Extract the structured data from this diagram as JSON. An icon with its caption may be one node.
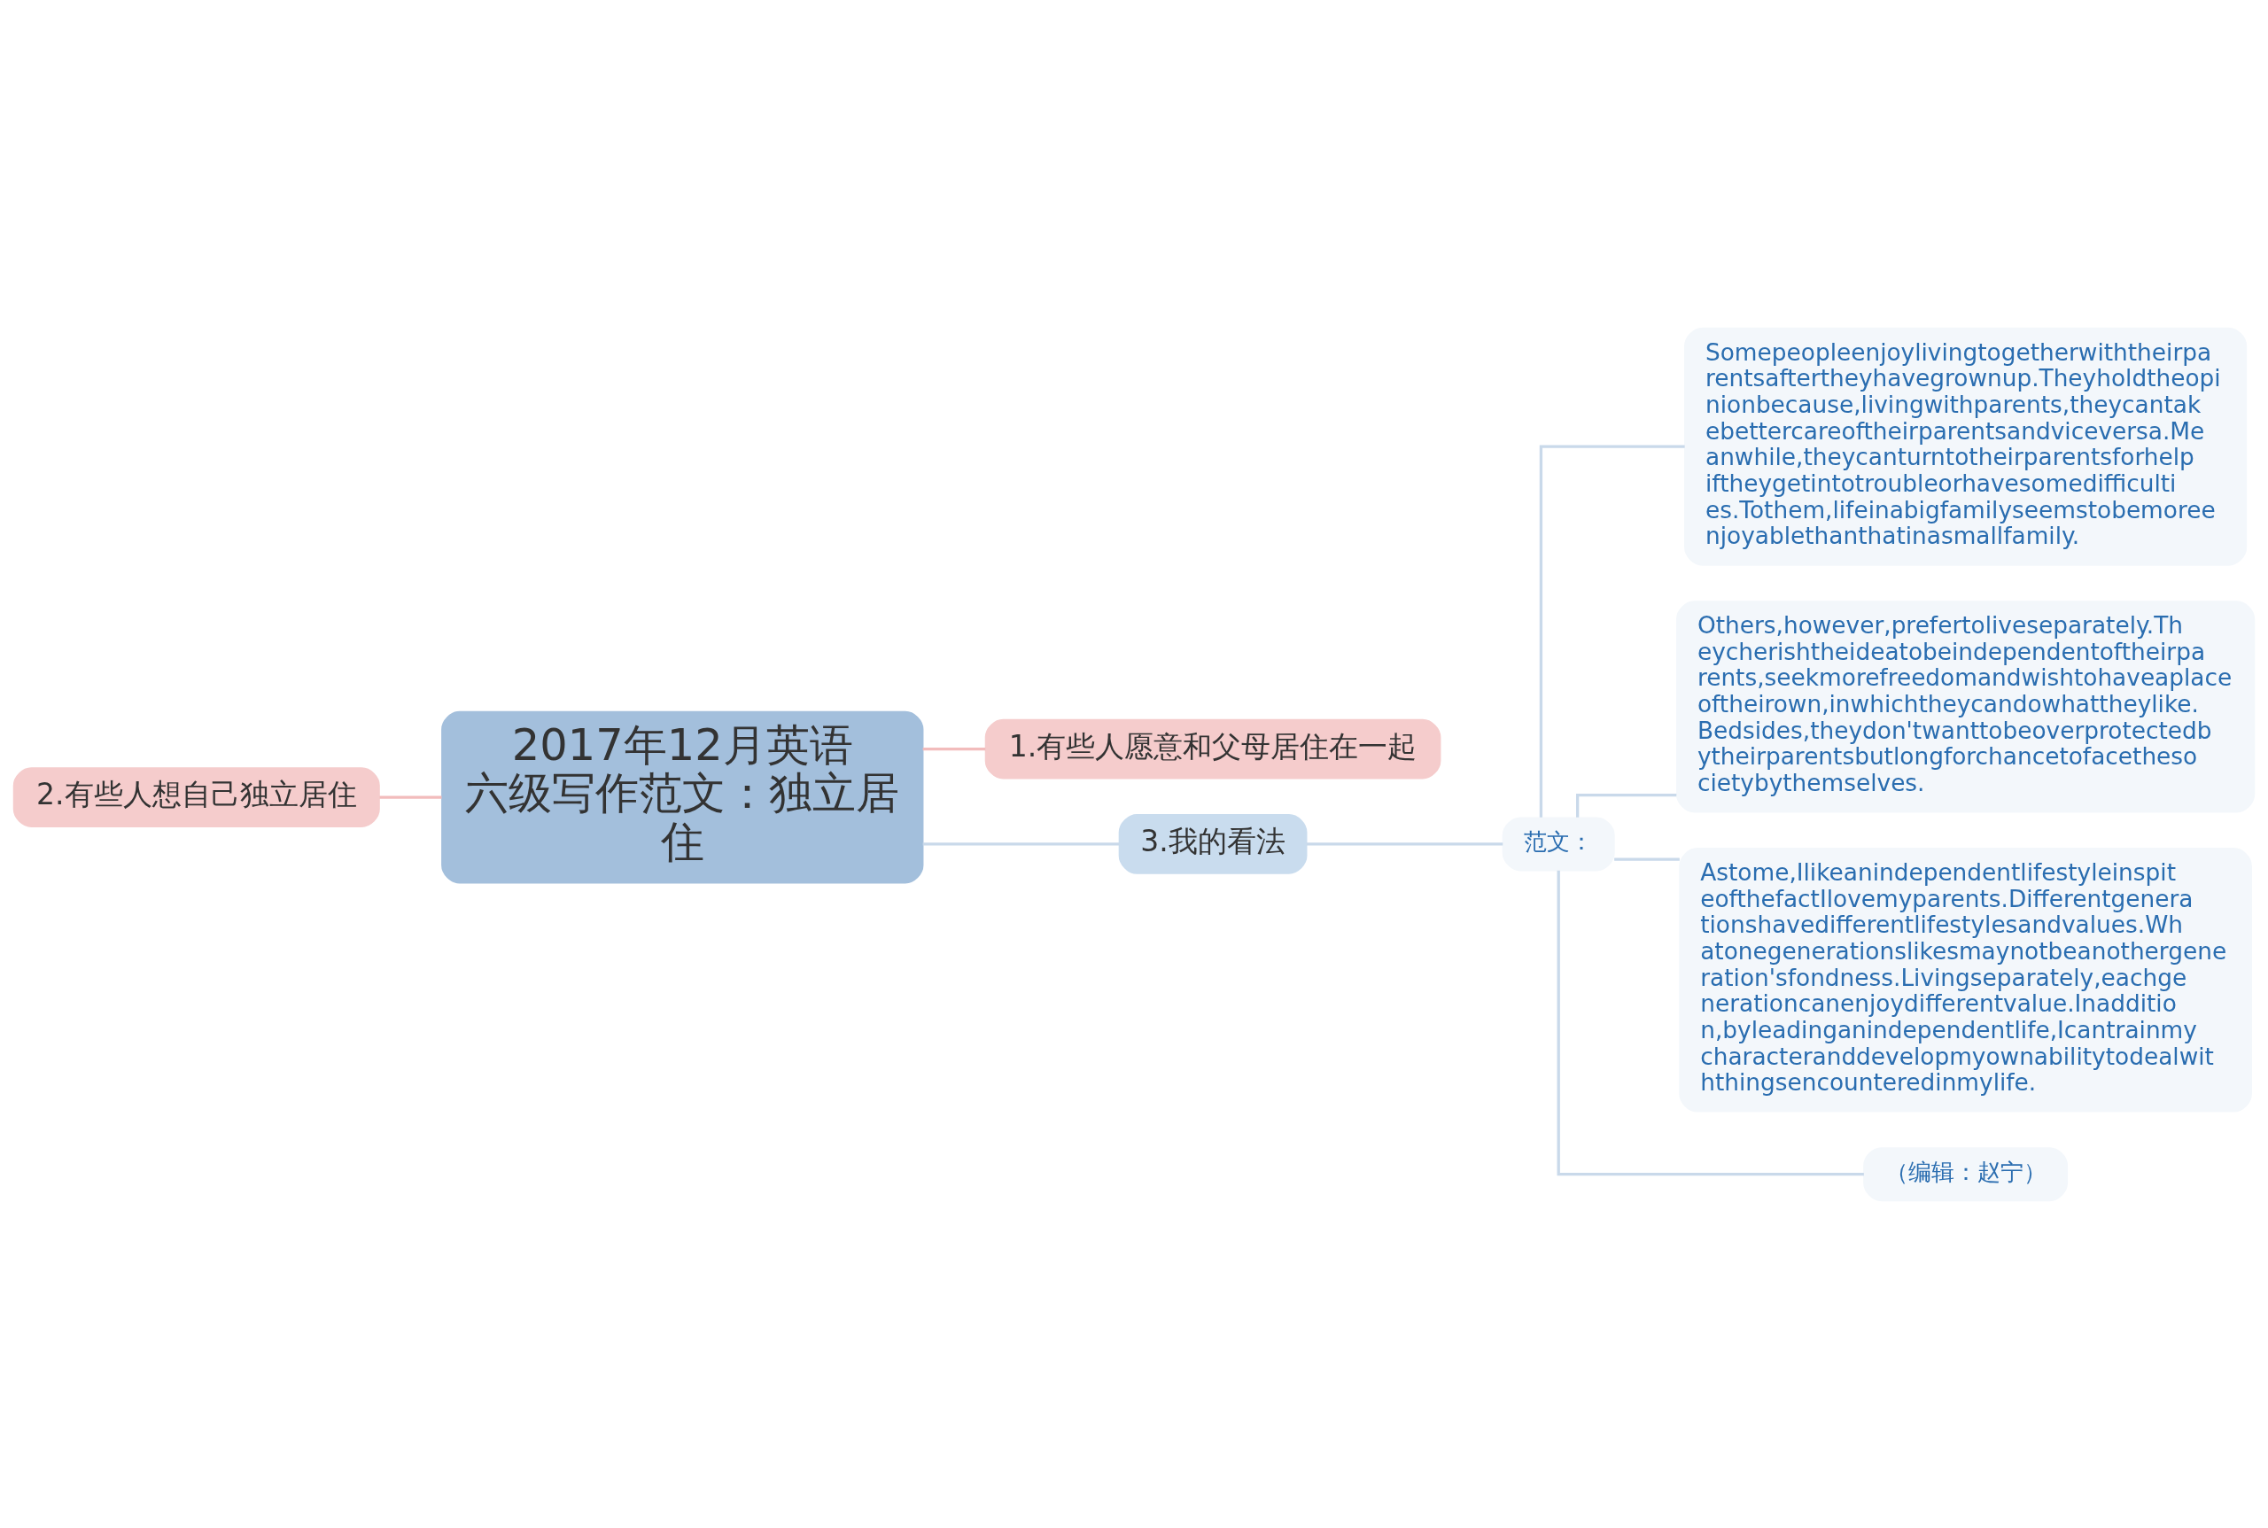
{
  "diagram": {
    "nodes": [
      {
        "text": [
          "2017年12月英语六级写作范文：独立居住"
        ]
      },
      {
        "text": [
          "1.有些人愿意和父母居住在一起"
        ]
      },
      {
        "text": [
          "2.有些人想自己独立居住"
        ]
      },
      {
        "text": [
          "3.我的看法"
        ]
      },
      {
        "text": [
          "范文："
        ]
      },
      {
        "text": [
          "Somepeopleenjoylivingtogetherwiththeirparentsaftertheyhavegrownup.Theyholdtheopinionbecause,livingwithparents,theycantakebettercareoftheirparentsandviceversa.Meanwhile,theycanturntotheirparentsforhelpiftheygetintotroubleorhavesomedifficulties.Tothem,lifeinabigfamilyseemstobemoreenjoyablethanthatinasmallfamily."
        ]
      },
      {
        "text": [
          "Others,however,prefertoliveseparately.Theycherishtheideatobeindependentoftheirparents,seekmorefreedomandwishtohaveaplaceoftheirown,inwhichtheycandowhattheylike.Bedsides,theydon'twanttobeoverprotectedbytheirparentsbutlongforchancetofacethesocietybythemselves."
        ]
      },
      {
        "text": [
          "Astome,IlikeanindependentlifestyleinspiteofthefactIlovemyparents.Differentgenerationshavedifferentlifestylesandvalues.Whatonegenerationslikesmaynotbeanothergeneration'sfondness.Livingseparately,eachgenerationcanenjoydifferentvalue.Inaddition,byleadinganindependentlife,Icantrainmycharacteranddevelopmyownabilitytodealwiththingsencounteredinmylife."
        ]
      },
      {
        "text": [
          "（编辑：赵宁）"
        ]
      }
    ],
    "edges": [
      {
        "from": 0,
        "to": 1,
        "arrow": "none",
        "color": "#f2bcbc"
      },
      {
        "from": 0,
        "to": 2,
        "arrow": "none",
        "color": "#f2bcbc"
      },
      {
        "from": 0,
        "to": 3,
        "arrow": "none"
      },
      {
        "from": 3,
        "to": 4,
        "arrow": "none"
      },
      {
        "from": 4,
        "to": 5,
        "arrow": "none"
      },
      {
        "from": 4,
        "to": 6,
        "arrow": "none"
      },
      {
        "from": 4,
        "to": 7,
        "arrow": "none"
      },
      {
        "from": 4,
        "to": 8,
        "arrow": "none"
      }
    ]
  }
}
